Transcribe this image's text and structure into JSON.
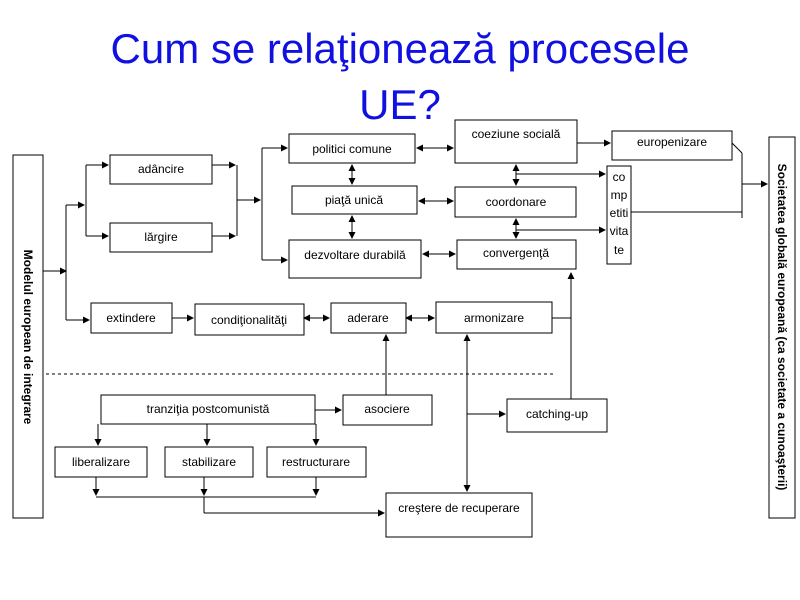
{
  "title": {
    "line1": "Cum se relaţionează procesele",
    "line2": "UE?"
  },
  "left_bar": "Modelul european de integrare",
  "right_bar": "Societatea globală europeană (ca societate a cunoaşterii)",
  "nodes": {
    "adancire": "adâncire",
    "largire": "lărgire",
    "politici_comune": "politici comune",
    "piata_unica": "piaţă unică",
    "dezvoltare_durabila": "dezvoltare durabilă",
    "coeziune_sociala": "coeziune socială",
    "coordonare": "coordonare",
    "convergenta": "convergenţă",
    "europenizare": "europenizare",
    "competitivitate": [
      "co",
      "mp",
      "etiti",
      "vita",
      "te"
    ],
    "extindere": "extindere",
    "conditionalitati": "condiţionalităţi",
    "aderare": "aderare",
    "armonizare": "armonizare",
    "tranzitia": "tranziţia postcomunistă",
    "asociere": "asociere",
    "catching_up": "catching-up",
    "liberalizare": "liberalizare",
    "stabilizare": "stabilizare",
    "restructurare": "restructurare",
    "crestere": "creştere de recuperare"
  }
}
